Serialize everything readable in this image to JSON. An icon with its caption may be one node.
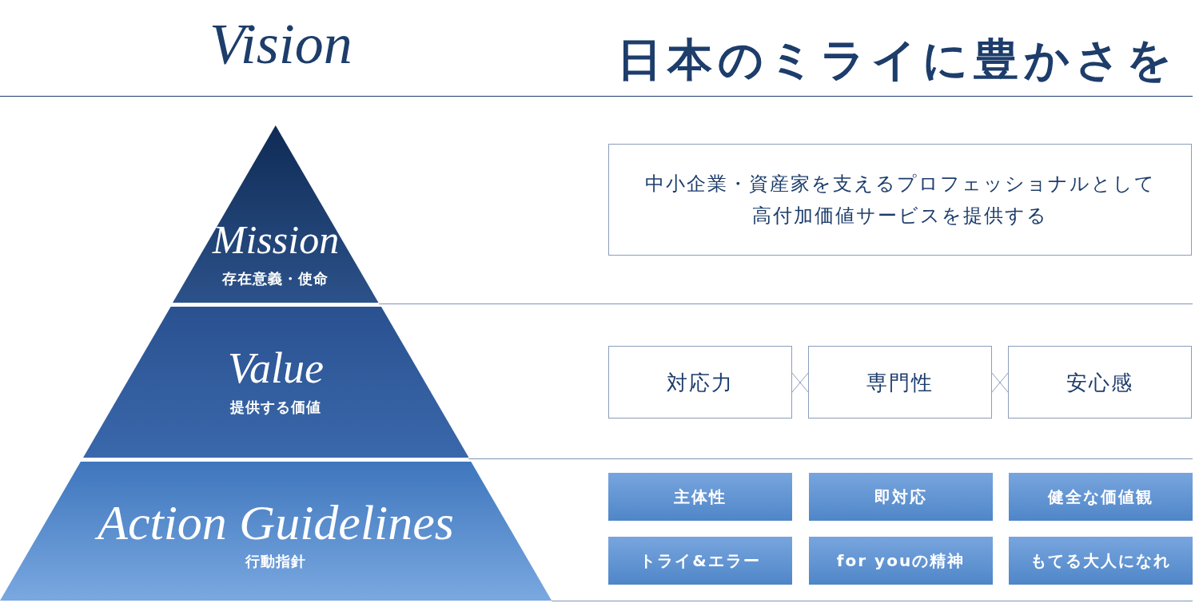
{
  "diagram": {
    "nodes": [
      {
        "text": [
          "Mission",
          "存在意義・使命"
        ]
      },
      {
        "text": [
          "中小企業・資産家を支えるプロフェッショナルとして高付加価値サービスを提供する"
        ]
      },
      {
        "text": [
          "Value",
          "提供する価値"
        ]
      },
      {
        "text": [
          "対応力"
        ]
      },
      {
        "text": [
          "専門性"
        ]
      },
      {
        "text": [
          "安心感"
        ]
      },
      {
        "text": [
          "Action Guidelines",
          "行動指針"
        ]
      },
      {
        "text": [
          "主体性"
        ]
      },
      {
        "text": [
          "即対応"
        ]
      },
      {
        "text": [
          "健全な価値観"
        ]
      },
      {
        "text": [
          "トライ&エラー"
        ]
      },
      {
        "text": [
          "for youの精神"
        ]
      },
      {
        "text": [
          "もてる大人になれ"
        ]
      }
    ],
    "labels": [
      "Vision",
      "日本のミライに豊かさを"
    ]
  }
}
